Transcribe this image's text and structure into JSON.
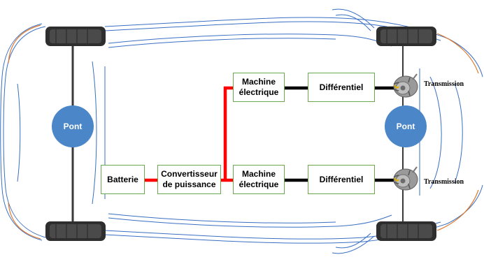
{
  "diagram": {
    "components": {
      "batterie": "Batterie",
      "convertisseur": "Convertisseur\nde puissance",
      "machine_top": "Machine\nélectrique",
      "machine_bottom": "Machine\nélectrique",
      "diff_top": "Différentiel",
      "diff_bottom": "Différentiel"
    },
    "axles": {
      "front": "Pont",
      "rear": "Pont"
    },
    "transmission_labels": {
      "top": "Transmission",
      "bottom": "Transmission"
    },
    "colors": {
      "power_line": "#ff0000",
      "mechanical_shaft": "#000000",
      "box_border": "#6aa84f",
      "axle_fill": "#4a86c8",
      "car_outline": "#3a6fc4",
      "car_accent": "#e07a2e",
      "tire": "#3a3a3a"
    },
    "icons": [
      "tire-icon",
      "gear-transmission-icon"
    ]
  }
}
